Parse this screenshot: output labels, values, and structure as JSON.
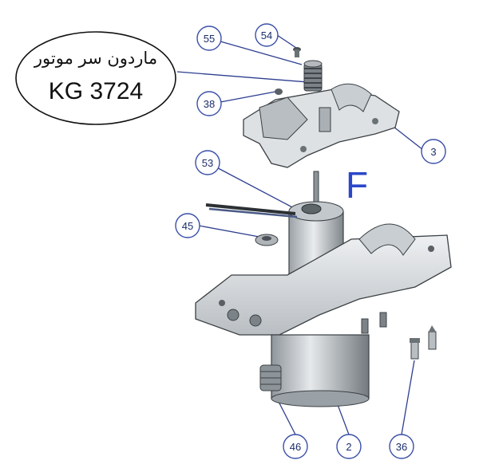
{
  "title_bubble": {
    "persian_text": "ماردون سر موتور",
    "model": "KG 3724"
  },
  "view_letter": "F",
  "callouts": [
    {
      "id": "c54",
      "label": "54"
    },
    {
      "id": "c55",
      "label": "55"
    },
    {
      "id": "c38",
      "label": "38"
    },
    {
      "id": "c3",
      "label": "3"
    },
    {
      "id": "c53",
      "label": "53"
    },
    {
      "id": "c45",
      "label": "45"
    },
    {
      "id": "c46",
      "label": "46"
    },
    {
      "id": "c2",
      "label": "2"
    },
    {
      "id": "c36",
      "label": "36"
    }
  ],
  "colors": {
    "callout_stroke": "#3a4fa8",
    "leader": "#2d3f8f",
    "letter": "#2b47c9",
    "part_fill": "#d9dde0",
    "part_dark": "#8d9499",
    "part_edge": "#3b4044"
  }
}
